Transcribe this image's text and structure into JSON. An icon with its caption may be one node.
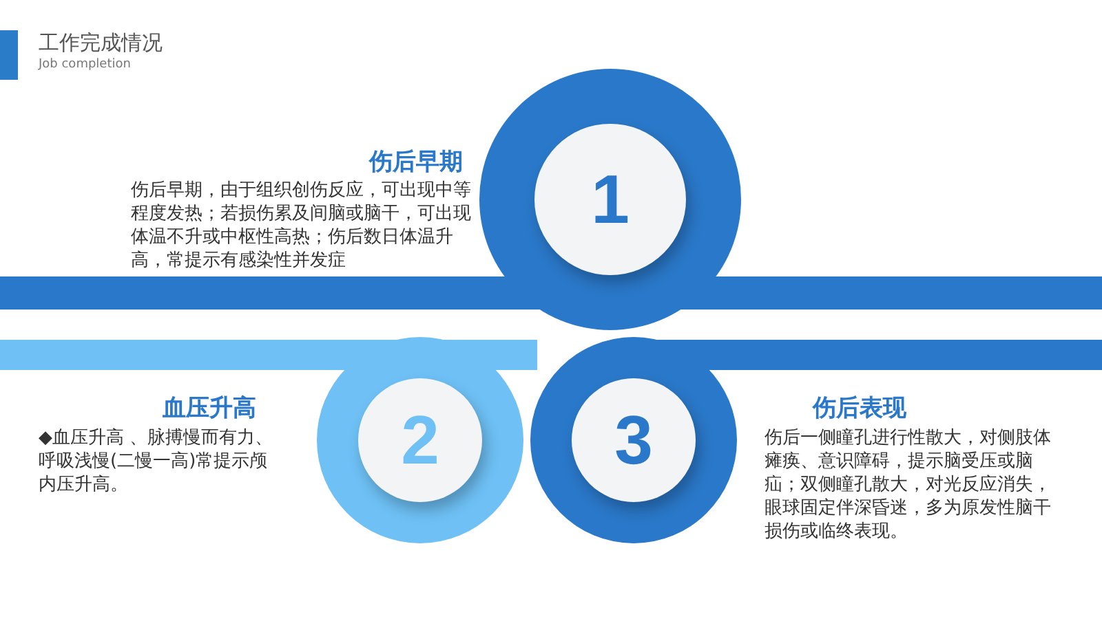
{
  "diagram": {
    "title": "工作完成情况",
    "nodes": [
      {
        "text": [
          "1"
        ],
        "beside": [
          "伤后早期",
          "伤后早期，由于组织创伤反应，可出现中等程度发热；若损伤累及间脑或脑干，可出现体温不升或中枢性高热；伤后数日体温升高，常提示有感染性并发症"
        ]
      },
      {
        "text": [
          "2"
        ],
        "beside": [
          "血压升高",
          "◆血压升高 、脉搏慢而有力、呼吸浅慢(二慢一高)常提示颅内压升高。"
        ]
      },
      {
        "text": [
          "3"
        ],
        "beside": [
          "伤后表现",
          "伤后一侧瞳孔进行性散大，对侧肢体瘫痪、意识障碍，提示脑受压或脑疝；双侧瞳孔散大，对光反应消失，眼球固定伴深昏迷，多为原发性脑干损伤或临终表现。"
        ]
      }
    ],
    "labels": [
      "Job completion"
    ]
  }
}
